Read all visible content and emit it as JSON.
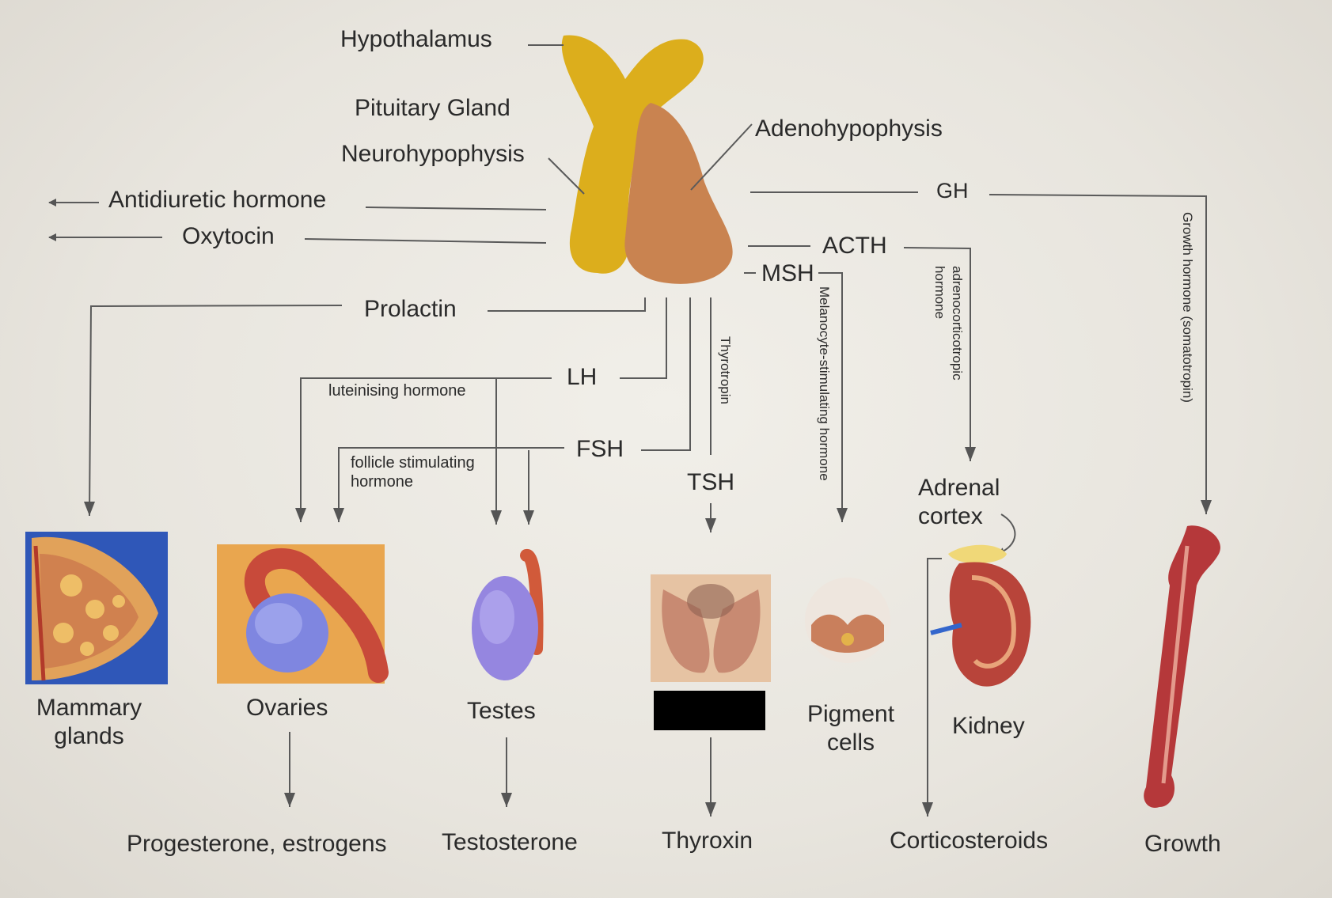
{
  "structures": {
    "hypothalamus": "Hypothalamus",
    "pituitary_gland": "Pituitary Gland",
    "neurohypophysis": "Neurohypophysis",
    "adenohypophysis": "Adenohypophysis"
  },
  "posterior_hormones": {
    "adh": "Antidiuretic hormone",
    "oxytocin": "Oxytocin"
  },
  "anterior_hormones": {
    "gh": "GH",
    "acth": "ACTH",
    "msh": "MSH",
    "prolactin": "Prolactin",
    "lh": "LH",
    "fsh": "FSH",
    "tsh": "TSH"
  },
  "hormone_full_names": {
    "lh": "luteinising hormone",
    "fsh_line1": "follicle stimulating",
    "fsh_line2": "hormone",
    "tsh": "Thyrotropin",
    "msh": "Melanocyte-stimulating hormone",
    "acth_line1": "adrenocorticotropic",
    "acth_line2": "hormone",
    "gh": "Growth hormone (somatotropin)"
  },
  "targets": {
    "mammary_line1": "Mammary",
    "mammary_line2": "glands",
    "ovaries": "Ovaries",
    "testes": "Testes",
    "pigment_line1": "Pigment",
    "pigment_line2": "cells",
    "adrenal_line1": "Adrenal",
    "adrenal_line2": "cortex",
    "kidney": "Kidney"
  },
  "products": {
    "ovaries": "Progesterone, estrogens",
    "testes": "Testosterone",
    "thyroid": "Thyroxin",
    "adrenal": "Corticosteroids",
    "bone": "Growth"
  },
  "colors": {
    "neurohypophysis": "#dcae1c",
    "adenohypophysis": "#c98350",
    "line": "#5a5a5a",
    "redaction": "#000000"
  }
}
